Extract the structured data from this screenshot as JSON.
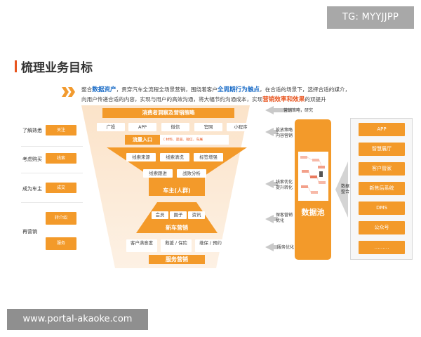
{
  "watermarks": {
    "top": "TG: MYYJJPP",
    "bottom": "www.portal-akaoke.com"
  },
  "title": "梳理业务目标",
  "intro": {
    "l1a": "整合",
    "l1b": "数据资产",
    "l1c": "，贯穿汽车全流程全场景营销，围绕着客户",
    "l1d": "全周期行为触点",
    "l1e": "，在合适的场景下，选择合适的媒介，",
    "l2a": "向用户传递合适的内容，实现与用户的高效沟通，将大幅节约沟通成本，实现",
    "l2b": "营销效率和效果",
    "l2c": "的双提升"
  },
  "stages": [
    "了解熟悉",
    "考虑购买",
    "成为车主",
    "再营销"
  ],
  "left_boxes": [
    "关注",
    "线索",
    "成交",
    "转介绍",
    "服务"
  ],
  "funnel": {
    "top_bar": "消费者洞察及营销策略",
    "channels": [
      "广投",
      "APP",
      "微信",
      "官网",
      "小程序"
    ],
    "traffic_bar": "流量入口",
    "traffic_sub": "（ 材料、渠道、短信、车展",
    "lead_chips": [
      "线索来源",
      "线索清洗",
      "标签增强",
      "线索跟进",
      "战败分析"
    ],
    "owner_bar": "车主(人群)",
    "member_chips": [
      "会员",
      "圈子",
      "资讯"
    ],
    "new_car_bar": "新车营销",
    "service_chips": [
      "客户满意度",
      "救援 / 保险",
      "维保 / 预约"
    ],
    "service_bar": "服务营销"
  },
  "side_labels": [
    "营销策略，研究",
    "投放策略 内容营销",
    "线索优化 提升转化",
    "保客营销 优化",
    "服务优化"
  ],
  "pool_label": "数据池",
  "data_integration": "数据整合",
  "right_items": [
    "APP",
    "智慧展厅",
    "客户管家",
    "新售后系统",
    "DMS",
    "公众号",
    "………"
  ],
  "colors": {
    "accent": "#f39a2a",
    "title_accent": "#e8541e",
    "highlight_blue": "#1f6fc8"
  }
}
